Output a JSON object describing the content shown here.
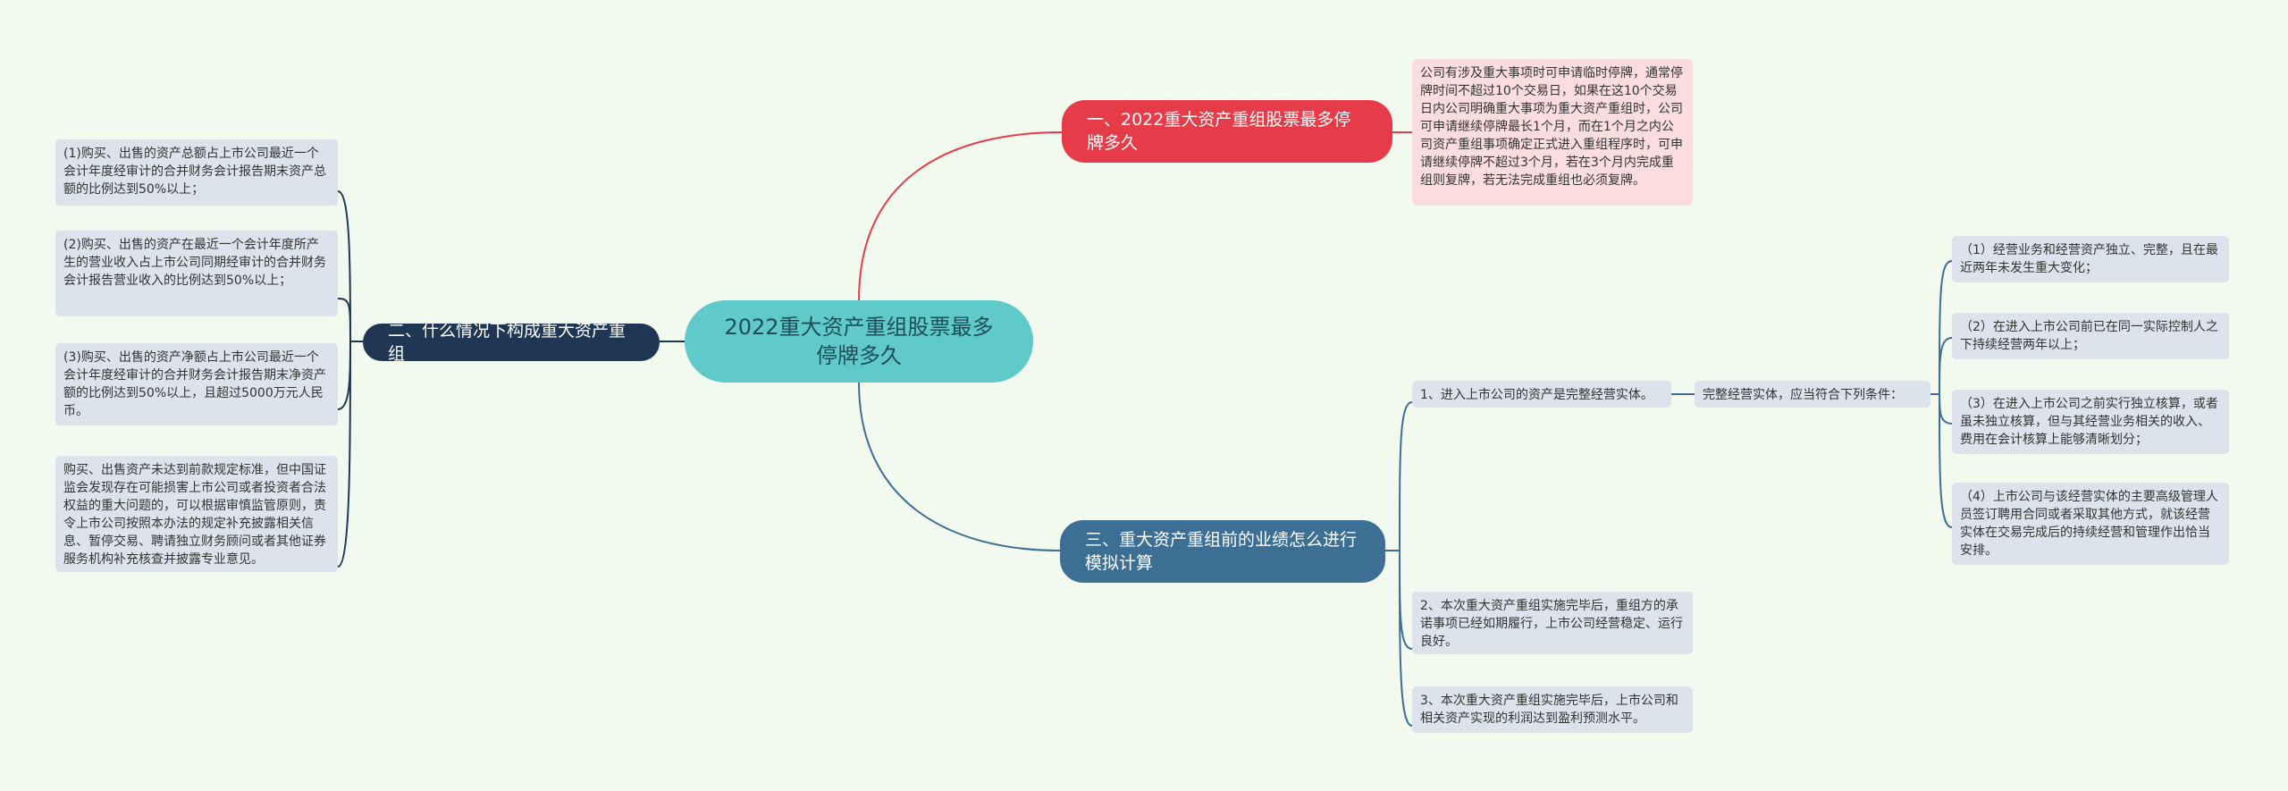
{
  "central": "2022重大资产重组股票最多停牌多久",
  "branches": {
    "b1": "一、2022重大资产重组股票最多停牌多久",
    "b2": "二、什么情况下构成重大资产重组",
    "b3": "三、重大资产重组前的业绩怎么进行模拟计算"
  },
  "leaves": {
    "b1_detail": "公司有涉及重大事项时可申请临时停牌，通常停牌时间不超过10个交易日，如果在这10个交易日内公司明确重大事项为重大资产重组时，公司可申请继续停牌最长1个月，而在1个月之内公司资产重组事项确定正式进入重组程序时，可申请继续停牌不超过3个月，若在3个月内完成重组则复牌，若无法完成重组也必须复牌。",
    "b2_items": [
      "(1)购买、出售的资产总额占上市公司最近一个会计年度经审计的合并财务会计报告期末资产总额的比例达到50%以上；",
      "(2)购买、出售的资产在最近一个会计年度所产生的营业收入占上市公司同期经审计的合并财务会计报告营业收入的比例达到50%以上；",
      "(3)购买、出售的资产净额占上市公司最近一个会计年度经审计的合并财务会计报告期末净资产额的比例达到50%以上，且超过5000万元人民币。",
      "购买、出售资产未达到前款规定标准，但中国证监会发现存在可能损害上市公司或者投资者合法权益的重大问题的，可以根据审慎监管原则，责令上市公司按照本办法的规定补充披露相关信息、暂停交易、聘请独立财务顾问或者其他证券服务机构补充核查并披露专业意见。"
    ],
    "b3_items": [
      "1、进入上市公司的资产是完整经营实体。",
      "2、本次重大资产重组实施完毕后，重组方的承诺事项已经如期履行，上市公司经营稳定、运行良好。",
      "3、本次重大资产重组实施完毕后，上市公司和相关资产实现的利润达到盈利预测水平。"
    ],
    "b3_sub": "完整经营实体，应当符合下列条件：",
    "b3_conditions": [
      "（1）经营业务和经营资产独立、完整，且在最近两年未发生重大变化；",
      "（2）在进入上市公司前已在同一实际控制人之下持续经营两年以上；",
      "（3）在进入上市公司之前实行独立核算，或者虽未独立核算，但与其经营业务相关的收入、费用在会计核算上能够清晰划分；",
      "（4）上市公司与该经营实体的主要高级管理人员签订聘用合同或者采取其他方式，就该经营实体在交易完成后的持续经营和管理作出恰当安排。"
    ]
  },
  "colors": {
    "background": "#f2f9ef",
    "central": "#5fcac9",
    "branch_1": "#e63c4a",
    "branch_2": "#1f3654",
    "branch_3": "#3d6e94",
    "leaf": "#dce3ec",
    "leaf_pink": "#fbdde0"
  }
}
